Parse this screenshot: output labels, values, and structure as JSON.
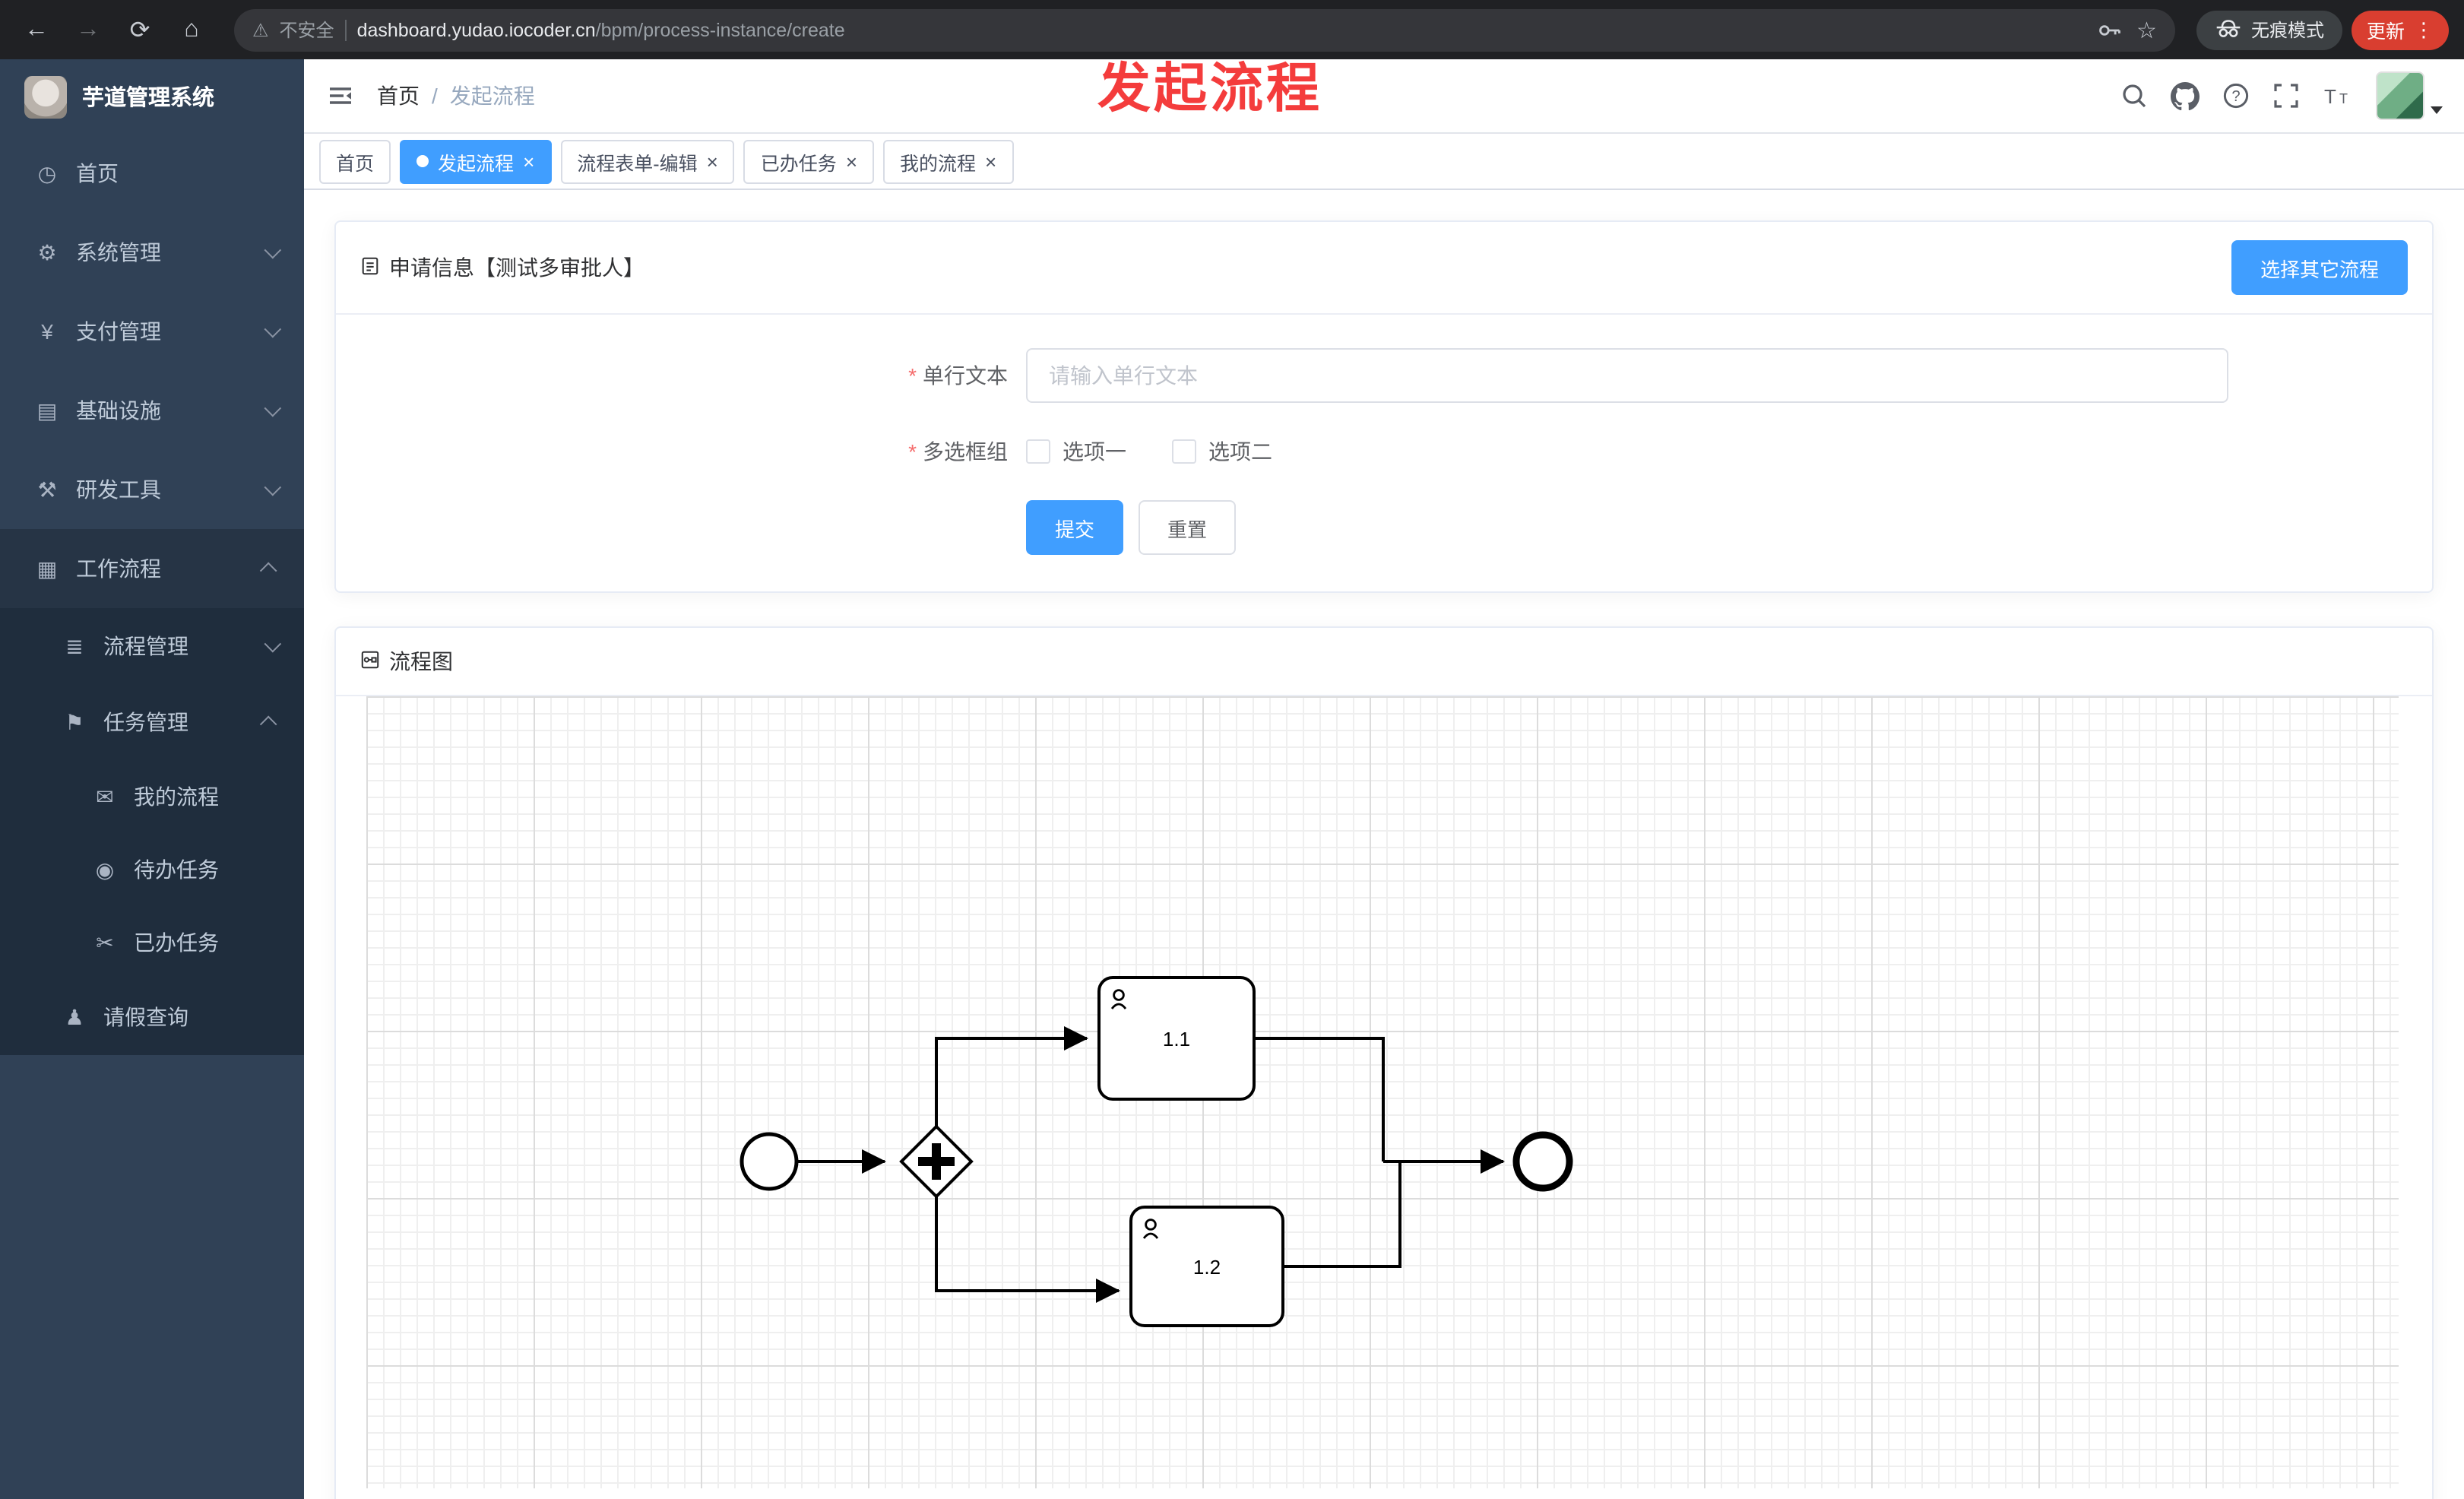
{
  "browser": {
    "security_label": "不安全",
    "url_domain": "dashboard.yudao.iocoder.cn",
    "url_path": "/bpm/process-instance/create",
    "incognito_label": "无痕模式",
    "update_label": "更新"
  },
  "annotation": {
    "text": "发起流程",
    "color": "#f43c3c"
  },
  "header": {
    "breadcrumb_home": "首页",
    "breadcrumb_separator": "/",
    "breadcrumb_current": "发起流程"
  },
  "sidebar": {
    "logo_title": "芋道管理系统",
    "items": [
      {
        "label": "首页"
      },
      {
        "label": "系统管理"
      },
      {
        "label": "支付管理"
      },
      {
        "label": "基础设施"
      },
      {
        "label": "研发工具"
      },
      {
        "label": "工作流程"
      }
    ],
    "groups": [
      {
        "label": "流程管理"
      },
      {
        "label": "任务管理"
      }
    ],
    "task_children": [
      {
        "label": "我的流程"
      },
      {
        "label": "待办任务"
      },
      {
        "label": "已办任务"
      }
    ],
    "extra_item": {
      "label": "请假查询"
    }
  },
  "tabs": [
    {
      "label": "首页"
    },
    {
      "label": "发起流程"
    },
    {
      "label": "流程表单-编辑"
    },
    {
      "label": "已办任务"
    },
    {
      "label": "我的流程"
    }
  ],
  "form_card": {
    "title": "申请信息【测试多审批人】",
    "select_other_label": "选择其它流程",
    "required_mark": "*",
    "single_text_label": "单行文本",
    "single_text_placeholder": "请输入单行文本",
    "checkbox_group_label": "多选框组",
    "option1": "选项一",
    "option2": "选项二",
    "submit_label": "提交",
    "reset_label": "重置"
  },
  "diagram_card": {
    "title": "流程图",
    "task1_label": "1.1",
    "task2_label": "1.2"
  },
  "icons": {
    "dashboard": "◷",
    "gear": "⚙",
    "yen": "¥",
    "infrastructure": "▤",
    "tools": "⚒",
    "workflow": "▦",
    "process_management": "≣",
    "task_management": "⚑",
    "my_process": "✉",
    "todo_task": "◉",
    "done_task": "✂",
    "leave_query": "♟",
    "back": "←",
    "forward": "→",
    "reload": "⟳",
    "home": "⌂",
    "warning": "⚠",
    "star": "☆",
    "menu_dots": "⋮",
    "caret_down": "▾"
  },
  "colors": {
    "accent": "#409eff",
    "sidebar_bg": "#304156",
    "submenu_bg": "#1f2d3d",
    "annotation_red": "#f43c3c",
    "update_button_red": "#d93e30"
  }
}
